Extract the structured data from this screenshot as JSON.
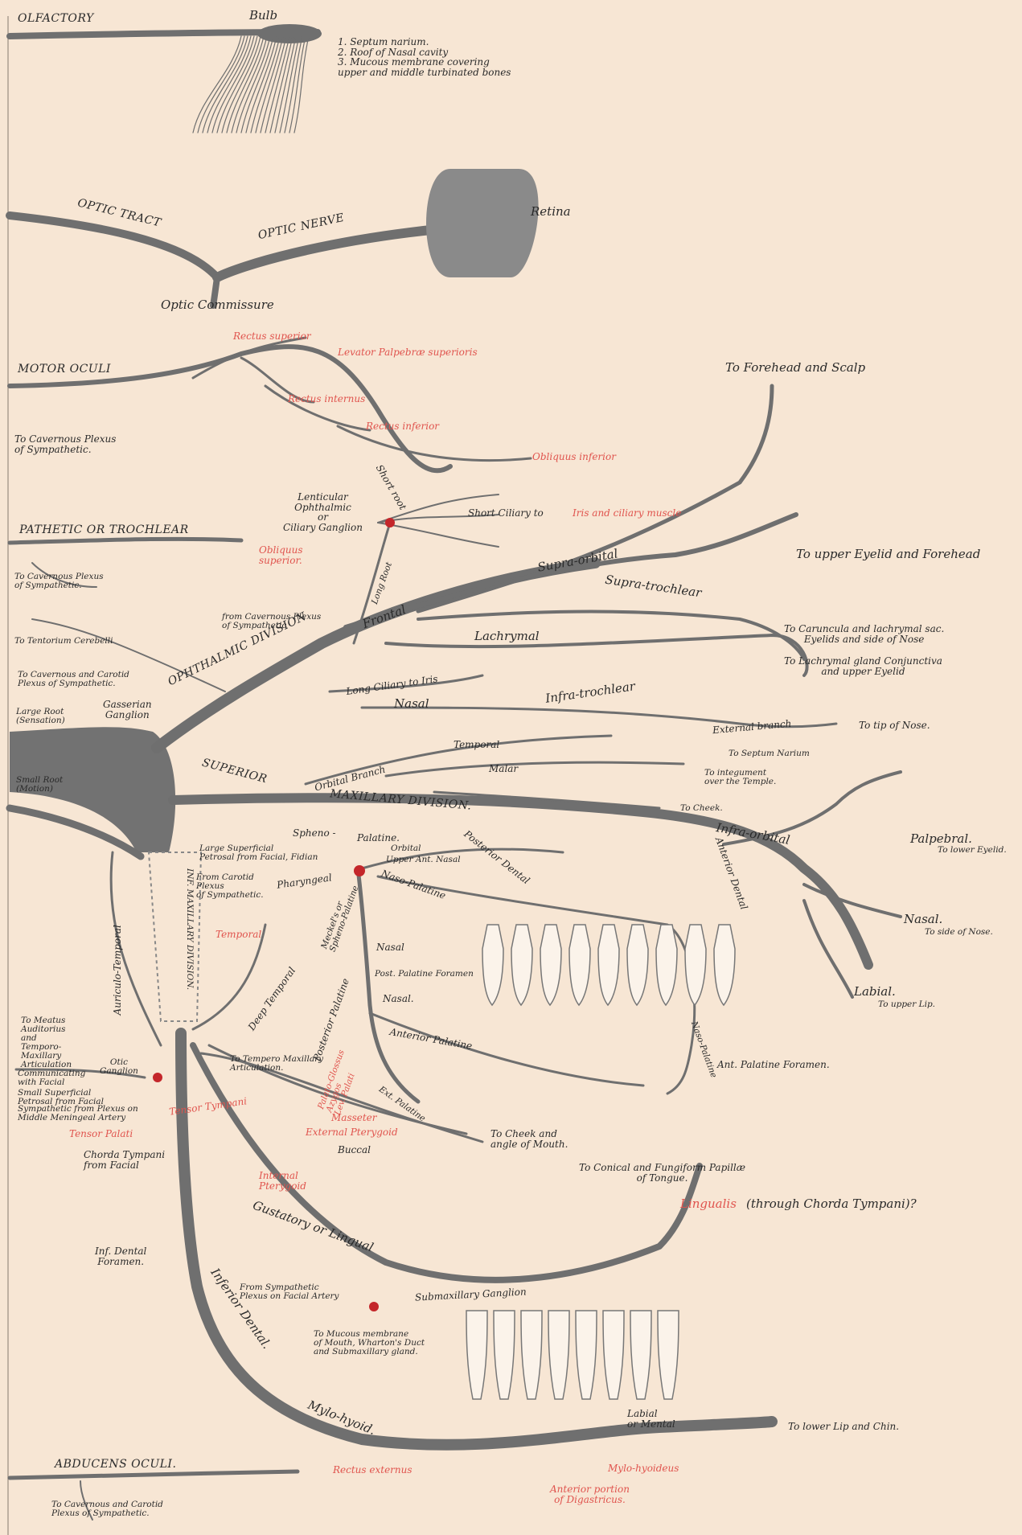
{
  "colors": {
    "paper": "#f7e6d4",
    "nerve": "#6f6f6f",
    "ink": "#2a2a2a",
    "muscle": "#e0544e",
    "ganglion": "#c4262a"
  },
  "labels": {
    "olfactory": "OLFACTORY",
    "bulb": "Bulb",
    "olf_list": "1. Septum narium.\n2. Roof of Nasal cavity\n3. Mucous membrane covering\nupper and middle turbinated bones",
    "optic_tract": "OPTIC TRACT",
    "optic_nerve": "OPTIC NERVE",
    "retina": "Retina",
    "optic_commissure": "Optic Commissure",
    "motor_oculi": "MOTOR OCULI",
    "rectus_superior": "Rectus superior",
    "levator": "Levator Palpebræ superioris",
    "rectus_internus": "Rectus internus",
    "rectus_inferior": "Rectus inferior",
    "obliquus_inferior": "Obliquus inferior",
    "cav_plexus_1": "To Cavernous Plexus\nof Sympathetic.",
    "lenticular": "Lenticular\nOphthalmic\nor\nCiliary Ganglion",
    "short_root": "Short root",
    "short_ciliary": "Short Ciliary to",
    "iris_ciliary": "Iris and ciliary muscle",
    "pathetic": "PATHETIC OR TROCHLEAR",
    "obliquus_superior": "Obliquus\nsuperior.",
    "cav_plexus_2": "To Cavernous Plexus\nof Sympathetic.",
    "tentorium": "To Tentorium Cerebelli",
    "from_cav_plexus": "from Cavernous Plexus\nof Sympathetic",
    "long_root": "Long Root",
    "frontal": "Frontal",
    "cav_carotid": "To Cavernous and Carotid\nPlexus of Sympathetic.",
    "gasserian": "Gasserian\nGanglion",
    "large_root": "Large Root\n(Sensation)",
    "small_root": "Small Root\n(Motion)",
    "ophthalmic_div": "OPHTHALMIC DIVISION",
    "forehead_scalp": "To Forehead and Scalp",
    "supra_orbital": "Supra-orbital",
    "supra_trochlear": "Supra-trochlear",
    "upper_eyelid": "To upper Eyelid and Forehead",
    "lachrymal": "Lachrymal",
    "caruncula": "To Caruncula and lachrymal sac.\nEyelids and side of Nose",
    "lachrymal_gland": "To Lachrymal gland Conjunctiva\nand upper Eyelid",
    "long_ciliary": "Long Ciliary to Iris",
    "nasal_1": "Nasal",
    "infra_trochlear": "Infra-trochlear",
    "external_branch": "External branch",
    "tip_nose": "To tip of Nose.",
    "septum_narium": "To Septum   Narium",
    "superior": "SUPERIOR",
    "orbital_branch": "Orbital Branch",
    "temporal_1": "Temporal",
    "malar": "Malar",
    "integument": "To integument\nover the Temple.",
    "to_cheek": "To Cheek.",
    "maxillary_div": "MAXILLARY DIVISION.",
    "infra_orbital": "Infra-orbital",
    "palpebral": "Palpebral.",
    "to_lower_eyelid": "To lower Eyelid.",
    "nasal_2": "Nasal.",
    "to_side_nose": "To side of Nose.",
    "labial_1": "Labial.",
    "to_upper_lip": "To upper Lip.",
    "spheno": "Spheno -",
    "palatine": "Palatine.",
    "orbital": "Orbital",
    "large_superficial": "Large Superficial\nPetrosal from Facial, Fidian",
    "upper_ant_nasal": "Upper Ant. Nasal",
    "posterior_dental": "Posterior Dental",
    "anterior_dental": "Anterior Dental",
    "from_carotid": "From Carotid\nPlexus\nof Sympathetic.",
    "pharyngeal": "Pharyngeal",
    "naso_palatine": "Naso-Palatine",
    "meckels": "Meckel's or\nSpheno-Palatine",
    "inf_maxillary_div": "INF. MAXILLARY DIVISION.",
    "auriculo_temporal": "Auriculo-Temporal",
    "temporal_red": "Temporal",
    "nasal_3": "Nasal",
    "post_palatine_foramen": "Post. Palatine Foramen",
    "nasal_4": "Nasal.",
    "posterior_palatine": "Posterior Palatine",
    "deep_temporal": "Deep Temporal",
    "anterior_palatine": "Anterior Palatine",
    "naso_palatine_2": "Naso-Palatine",
    "ant_palatine_foramen": "Ant. Palatine Foramen.",
    "meatus": "To Meatus\nAuditorius\nand\nTemporo-\nMaxillary\nArticulation",
    "communicating": "Communicating\nwith Facial",
    "small_superficial": "Small Superficial\nPetrosal from Facial",
    "otic_ganglion": "Otic\nGanglion",
    "tempero_maxillary": "To Tempero Maxillary\nArticulation.",
    "sympathetic_meningeal": "Sympathetic from Plexus on\nMiddle Meningeal Artery",
    "tensor_palati": "Tensor Palati",
    "tensor_tympani": "Tensor Tympani",
    "palato_glossus": "Palato-Glossus\nAzygos\nLev. Palati",
    "ext_palatine": "Ext. Palatine",
    "masseter": "Masseter",
    "external_pterygoid": "External Pterygoid",
    "buccal": "Buccal",
    "cheek_mouth": "To Cheek and\nangle of Mouth.",
    "chorda_tympani": "Chorda Tympani\nfrom Facial",
    "internal_pterygoid": "Internal\nPterygoid",
    "conical_papillae": "To Conical and Fungiform Papillæ\nof Tongue.",
    "lingualis": "Lingualis",
    "through_chorda": "(through Chorda Tympani)?",
    "gustatory": "Gustatory or Lingual",
    "inf_dental_foramen": "Inf. Dental\nForamen.",
    "from_sympathetic": "From Sympathetic\nPlexus on Facial Artery",
    "submaxillary": "Submaxillary Ganglion",
    "mucous_membrane": "To Mucous membrane\nof Mouth, Wharton's Duct\nand Submaxillary gland.",
    "inferior_dental": "Inferior Dental.",
    "mylo_hyoid": "Mylo-hyoid.",
    "labial_mental": "Labial\nor Mental",
    "lower_lip": "To lower Lip and Chin.",
    "abducens": "ABDUCENS OCULI.",
    "rectus_externus": "Rectus externus",
    "cav_carotid_2": "To Cavernous and Carotid\nPlexus of Sympathetic.",
    "mylo_hyoideus": "Mylo-hyoideus",
    "anterior_digastricus": "Anterior portion\nof Digastricus."
  }
}
